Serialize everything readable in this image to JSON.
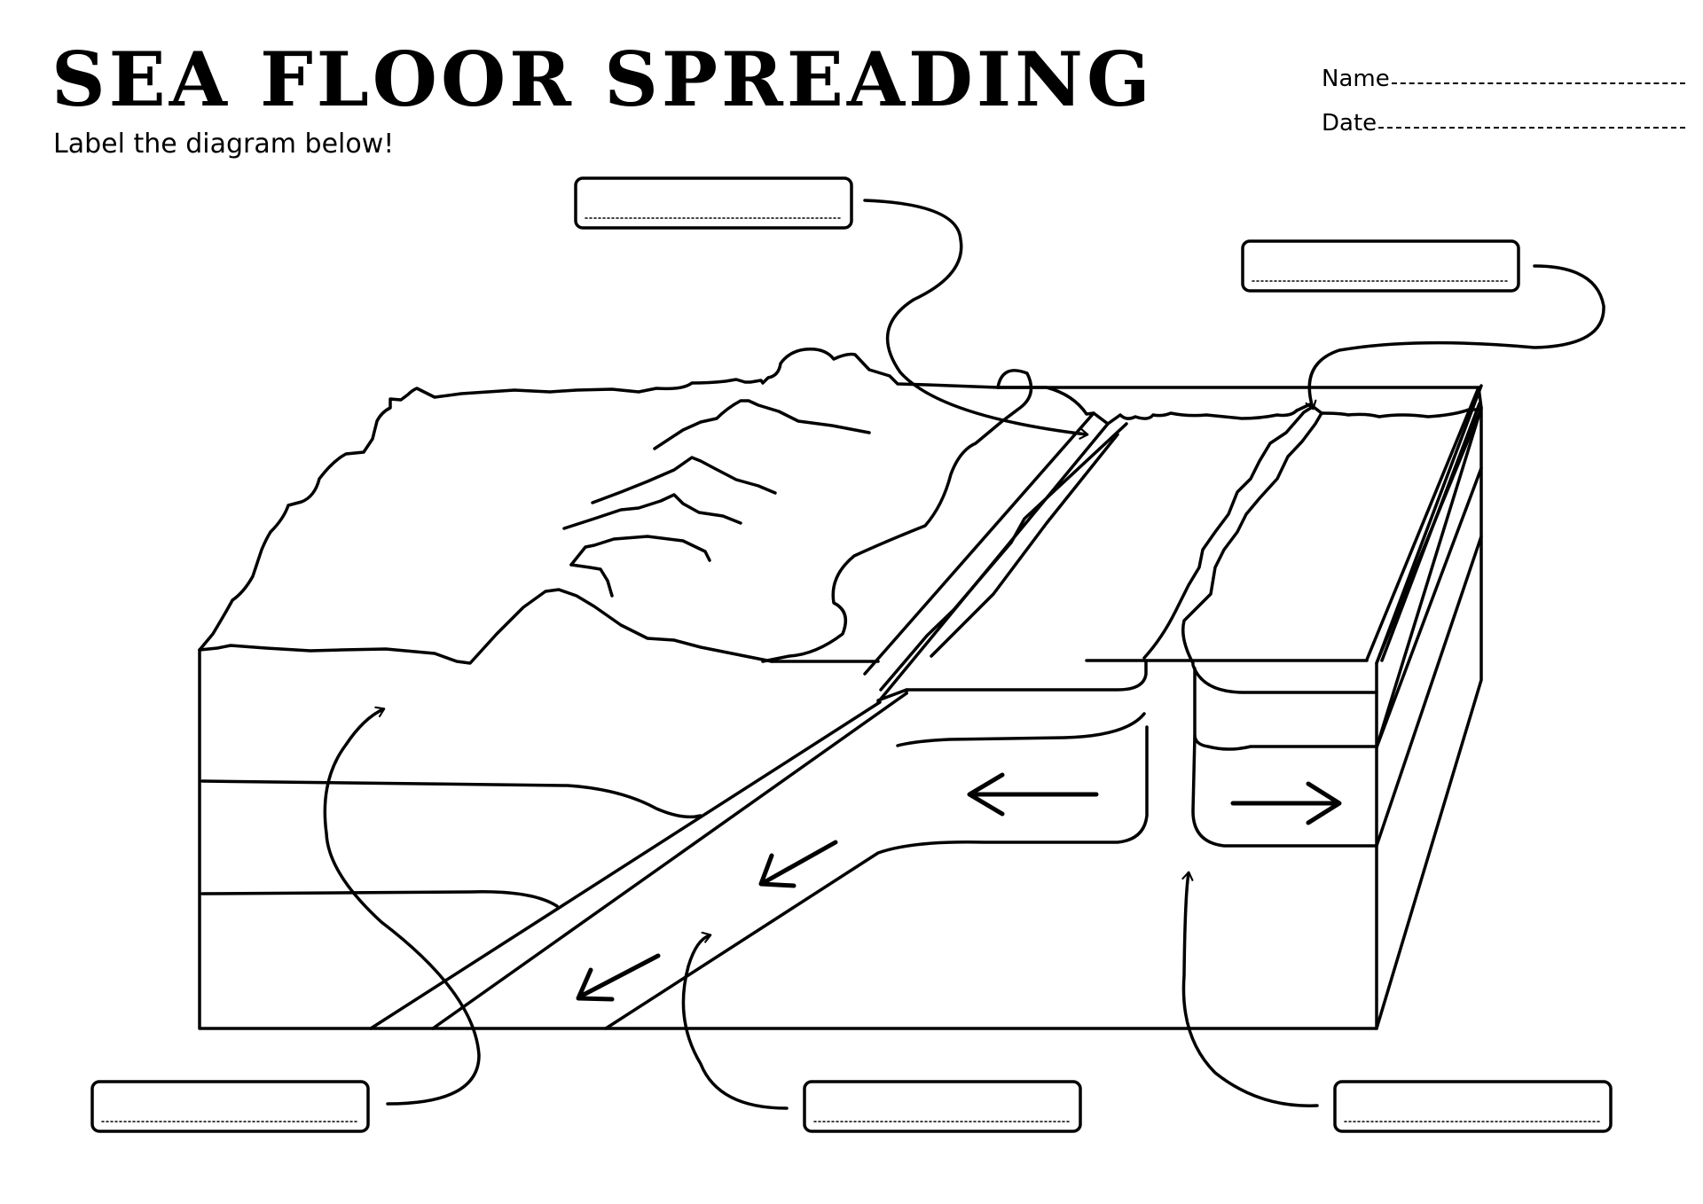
{
  "worksheet": {
    "title": "SEA FLOOR SPREADING",
    "subtitle": "Label the diagram below!",
    "name_label": "Name",
    "date_label": "Date"
  },
  "diagram": {
    "label_boxes": [
      {
        "id": "top-center",
        "value": ""
      },
      {
        "id": "top-right",
        "value": ""
      },
      {
        "id": "bottom-left",
        "value": ""
      },
      {
        "id": "bottom-center",
        "value": ""
      },
      {
        "id": "bottom-right",
        "value": ""
      }
    ]
  }
}
